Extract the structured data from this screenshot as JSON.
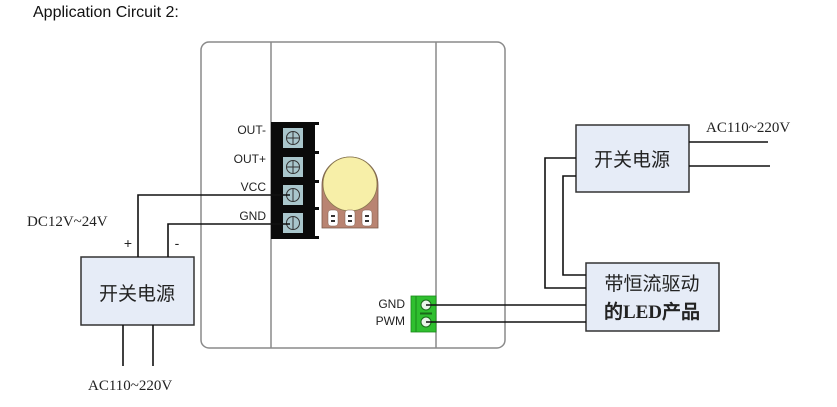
{
  "title": "Application Circuit 2:",
  "module": {
    "terminal_labels": [
      "OUT-",
      "OUT+",
      "VCC",
      "GND"
    ],
    "pwm_labels": [
      "GND",
      "PWM"
    ]
  },
  "left_supply": {
    "label": "开关电源",
    "dc_output": "DC12V~24V",
    "plus": "+",
    "minus": "-",
    "ac_input": "AC110~220V"
  },
  "right_supply": {
    "label": "开关电源",
    "ac_input": "AC110~220V"
  },
  "led_product": {
    "line1": "带恒流驱动",
    "line2": "的LED产品"
  },
  "colors": {
    "box_fill": "#e6ecf7",
    "terminal_block": "#0a0a0a",
    "screw": "#a9c6cc",
    "pwm_connector": "#2fbf2f",
    "knob": "#f7efa8",
    "knob_base": "#b98472"
  }
}
